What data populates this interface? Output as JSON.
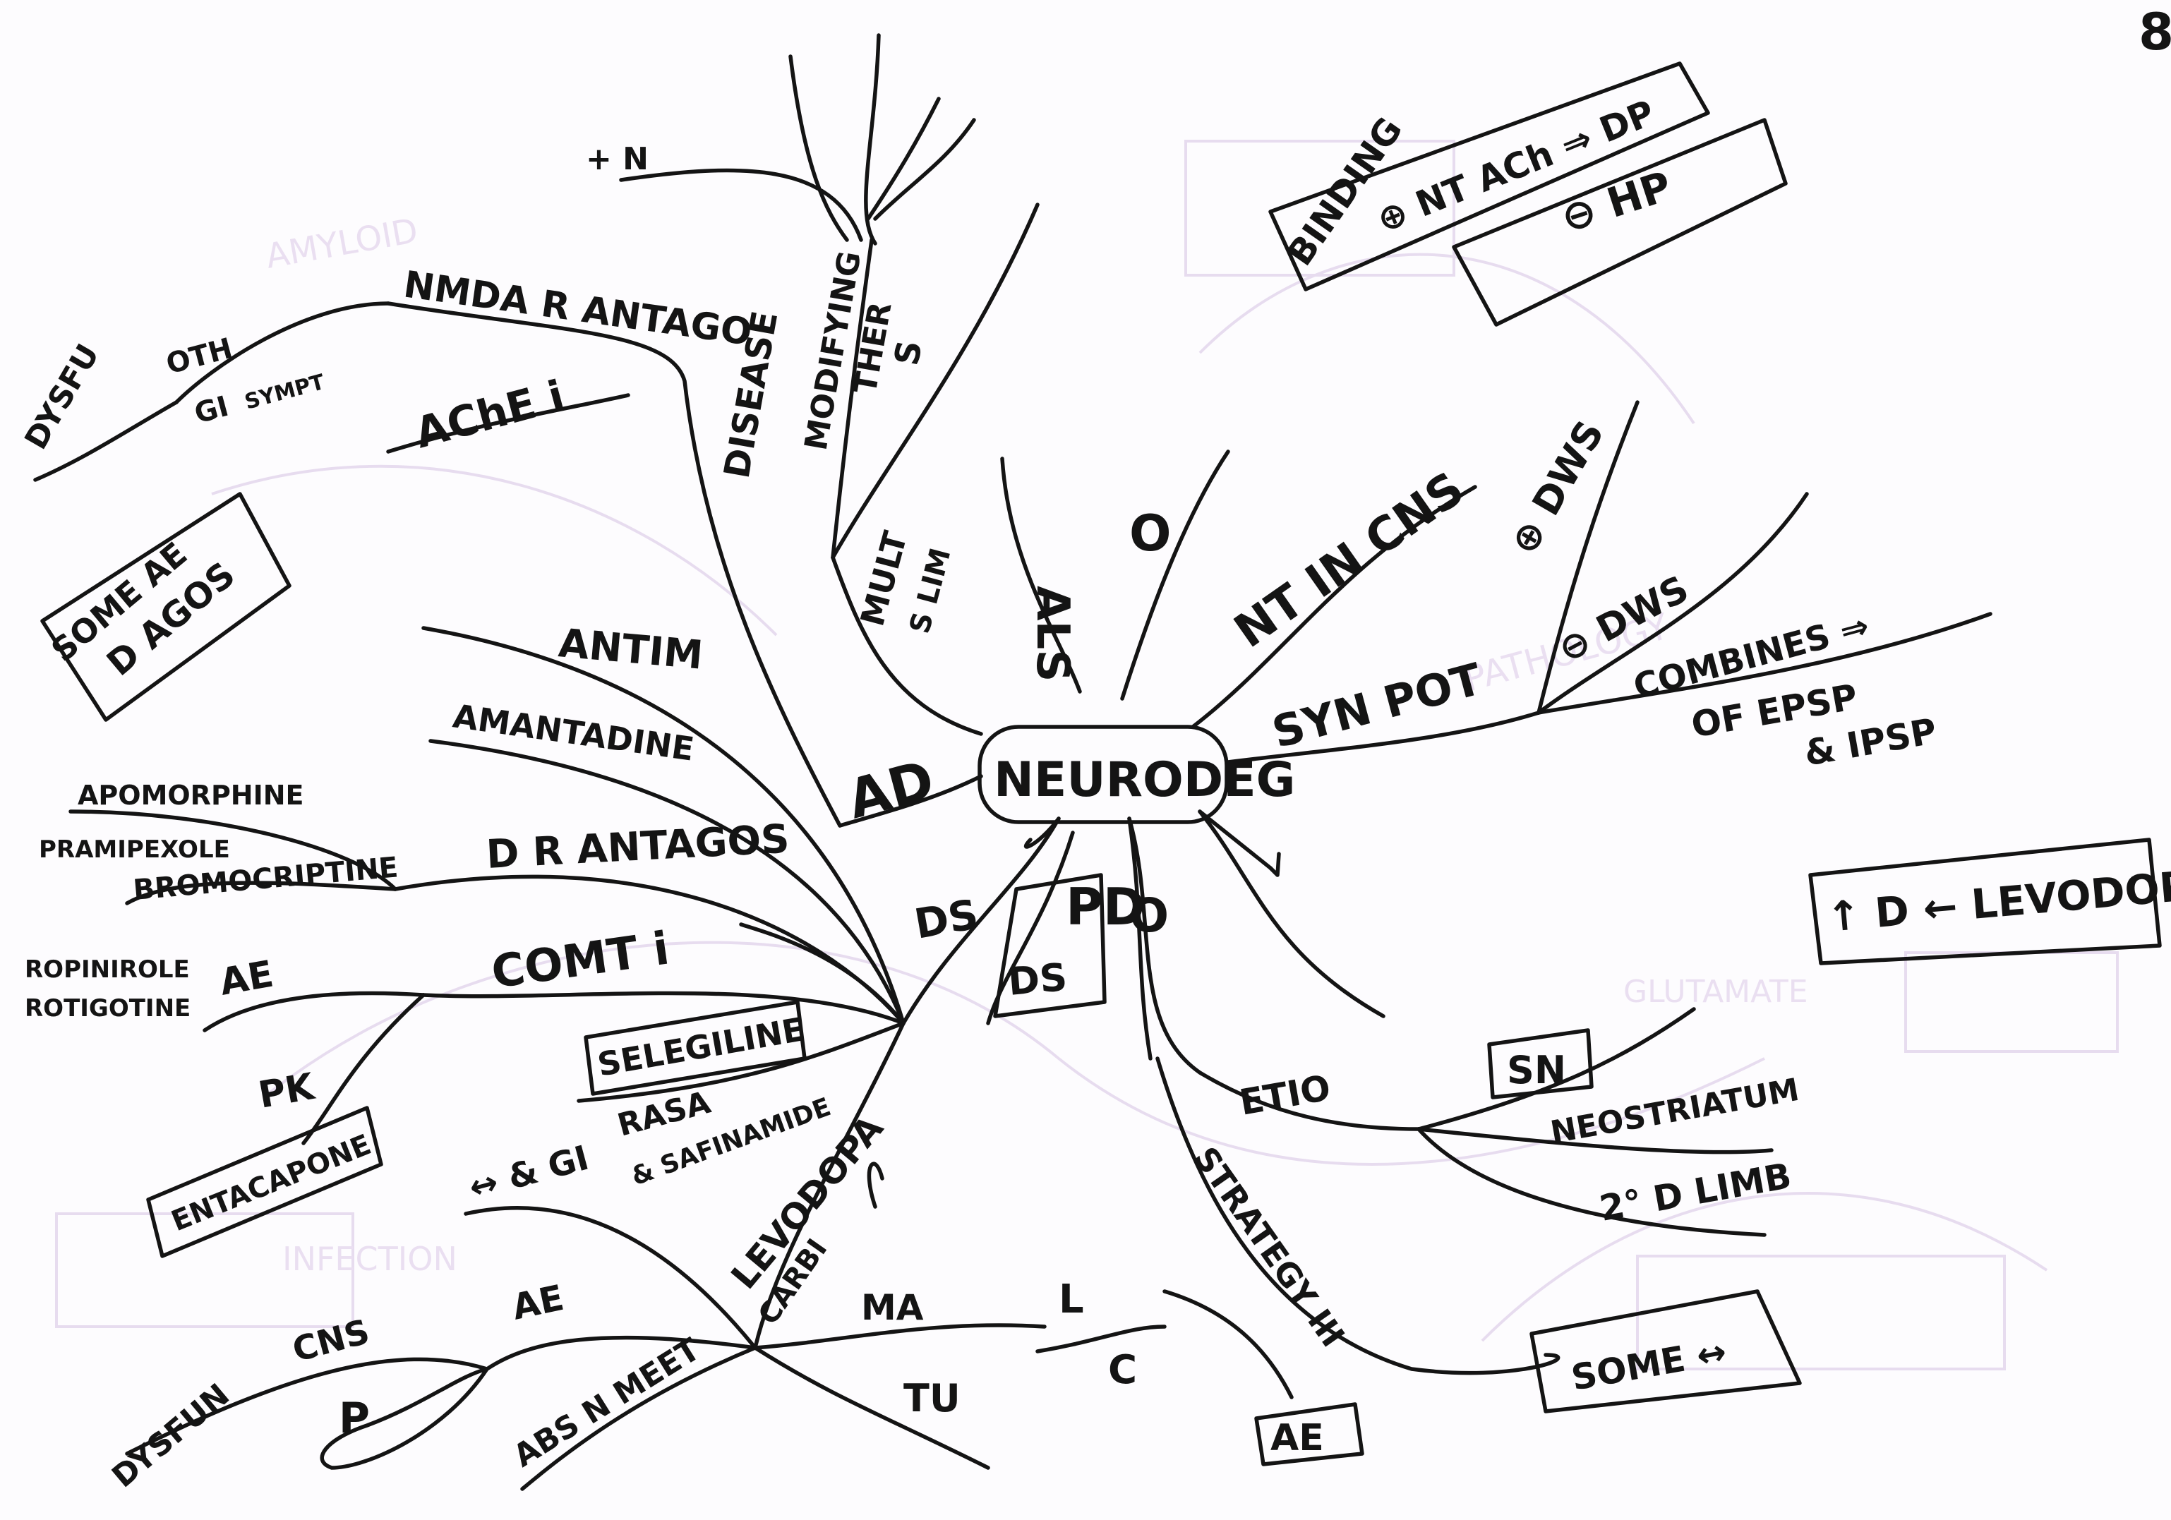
{
  "page_number": "8",
  "center": "NEURODEG",
  "top_branches": {
    "plus_n": "+ N",
    "modifying": "MODIFYING",
    "ther": "THER",
    "s": "S",
    "disease": "DISEASE",
    "mult": "MULT",
    "s_lim": "S LIM",
    "als": "ALS",
    "o_top": "O",
    "nt_in_cns": "NT IN CNS"
  },
  "syn_pot": {
    "label": "SYN POT",
    "plus_dws": "⊕ DWS",
    "minus_dws": "⊖ DWS",
    "combines": "COMBINES ⇒",
    "epsp_ipsp_1": "OF EPSP",
    "epsp_ipsp_2": "& IPSP"
  },
  "binding_box": {
    "line1": "BINDING",
    "line2": "⊕ NT ACh ⇒ DP",
    "line3": "⊖ HP"
  },
  "levodopa_box": "↑ D ← LEVODOPA",
  "ad": {
    "label": "AD",
    "nmda": "NMDA R ANTAGO",
    "ache_i": "AChE i",
    "dysfu": "DYSFU",
    "gi": "GI",
    "gi_sub": "OTH",
    "gi_sub2": "SYMPT",
    "side_ae": "SOME AE",
    "side_ae2": "D AGOS"
  },
  "pd": {
    "label": "PD",
    "ds": "DS",
    "ds_box": "DS",
    "o": "O",
    "antim": "ANTIM",
    "amantadine": "AMANTADINE",
    "da_agos": "D R ANTAGOS",
    "apomorphine": "APOMORPHINE",
    "pramipexole": "PRAMIPEXOLE",
    "bromocriptine": "BROMOCRIPTINE",
    "ropinirole": "ROPINIROLE",
    "rotigotine": "ROTIGOTINE",
    "comt_i": "COMT i",
    "ae": "AE",
    "pk": "PK",
    "entacapone": "ENTACAPONE",
    "selegiline": "SELEGILINE",
    "rasa": "RASA",
    "safinamide": "& SAFINAMIDE",
    "arrow_gi": "↔ & GI",
    "levodopa": "LEVODOPA",
    "carbi": "CARBI",
    "ae2": "AE",
    "cns": "CNS",
    "dysfun": "DYSFUN",
    "p": "P",
    "abs_meet": "ABS N MEET",
    "ma": "MA",
    "tu": "TU",
    "l": "L",
    "c": "C"
  },
  "etio": {
    "label": "ETIO",
    "sn": "SN",
    "neostriatum": "NEOSTRIATUM",
    "second": "2° D LIMB"
  },
  "strategy": {
    "label": "STRATEGY III",
    "ae": "AE",
    "some": "SOME ↔"
  }
}
